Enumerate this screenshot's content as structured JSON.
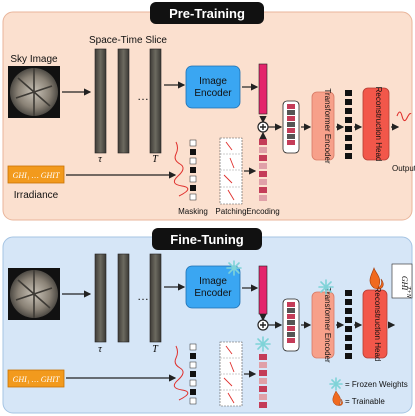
{
  "pretrain": {
    "title": "Pre-Training",
    "sky_image_label": "Sky Image",
    "slice_label": "Space-Time Slice",
    "encoder_label": [
      "Image",
      "Encoder"
    ],
    "ghi_label": "GHI₁ … GHIT",
    "irradiance_label": "Irradiance",
    "tau_label": "τ",
    "t_label": "T",
    "masking_label": "Masking",
    "patching_label": "Patching",
    "encoding_label": "Encoding",
    "transformer_label": "Transformer Encoder",
    "recon_label": "Reconstruction Head",
    "output_label": "Output"
  },
  "finetune": {
    "title": "Fine-Tuning",
    "encoder_label": [
      "Image",
      "Encoder"
    ],
    "ghi_label": "GHI₁ … GHIT",
    "tau_label": "τ",
    "t_label": "T",
    "transformer_label": "Transformer Encoder",
    "recon_label": "Reconstruction Head",
    "output_label": "GHI",
    "output_sub": "T+N",
    "legend_frozen": "= Frozen Weights",
    "legend_trainable": "= Trainable"
  },
  "colors": {
    "pretrain_bg": "#fbe0cf",
    "finetune_bg": "#d6e6f7",
    "encoder": "#3aa6f2",
    "transformer": "#f7a08a",
    "recon": "#f2574a",
    "embed": "#e3246b",
    "ghi_box": "#f29a1d",
    "frozen": "#7fd3d8",
    "fire": "#f06a1f"
  }
}
